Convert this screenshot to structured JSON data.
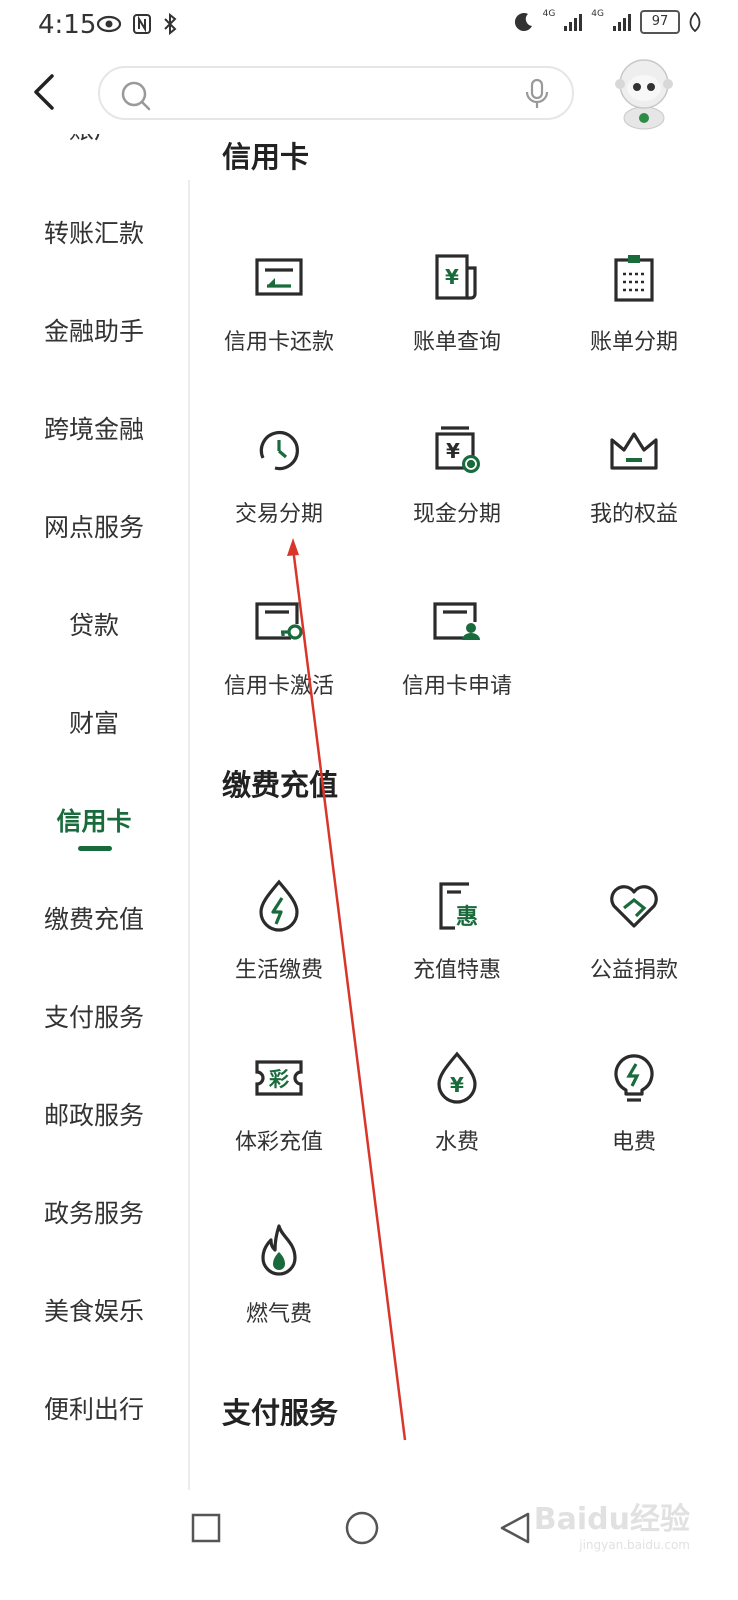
{
  "status_bar": {
    "time": "4:15",
    "network_1": "4G",
    "network_2": "4G",
    "battery": "97"
  },
  "search": {
    "placeholder": ""
  },
  "left_nav": {
    "items": [
      {
        "label": "账户",
        "active": false
      },
      {
        "label": "转账汇款",
        "active": false
      },
      {
        "label": "金融助手",
        "active": false
      },
      {
        "label": "跨境金融",
        "active": false
      },
      {
        "label": "网点服务",
        "active": false
      },
      {
        "label": "贷款",
        "active": false
      },
      {
        "label": "财富",
        "active": false
      },
      {
        "label": "信用卡",
        "active": true
      },
      {
        "label": "缴费充值",
        "active": false
      },
      {
        "label": "支付服务",
        "active": false
      },
      {
        "label": "邮政服务",
        "active": false
      },
      {
        "label": "政务服务",
        "active": false
      },
      {
        "label": "美食娱乐",
        "active": false
      },
      {
        "label": "便利出行",
        "active": false
      }
    ]
  },
  "sections": {
    "credit_card": {
      "title": "信用卡",
      "items": [
        {
          "label": "信用卡还款",
          "icon": "card-repay-icon"
        },
        {
          "label": "账单查询",
          "icon": "bill-query-icon"
        },
        {
          "label": "账单分期",
          "icon": "bill-installment-icon"
        },
        {
          "label": "交易分期",
          "icon": "transaction-installment-icon"
        },
        {
          "label": "现金分期",
          "icon": "cash-installment-icon"
        },
        {
          "label": "我的权益",
          "icon": "crown-icon"
        },
        {
          "label": "信用卡激活",
          "icon": "card-activate-icon"
        },
        {
          "label": "信用卡申请",
          "icon": "card-apply-icon"
        }
      ]
    },
    "payment": {
      "title": "缴费充值",
      "items": [
        {
          "label": "生活缴费",
          "icon": "life-payment-icon"
        },
        {
          "label": "充值特惠",
          "icon": "recharge-deal-icon",
          "icon_text": "惠"
        },
        {
          "label": "公益捐款",
          "icon": "charity-heart-icon"
        },
        {
          "label": "体彩充值",
          "icon": "lottery-icon",
          "icon_text": "彩"
        },
        {
          "label": "水费",
          "icon": "water-drop-icon"
        },
        {
          "label": "电费",
          "icon": "bulb-icon"
        },
        {
          "label": "燃气费",
          "icon": "flame-icon"
        }
      ]
    },
    "pay_service": {
      "title": "支付服务"
    }
  },
  "watermark": {
    "brand": "Baidu经验",
    "url": "jingyan.baidu.com"
  },
  "colors": {
    "accent": "#1a6b3c",
    "icon_stroke": "#2b2b2b",
    "annotation_arrow": "#d9352b"
  }
}
